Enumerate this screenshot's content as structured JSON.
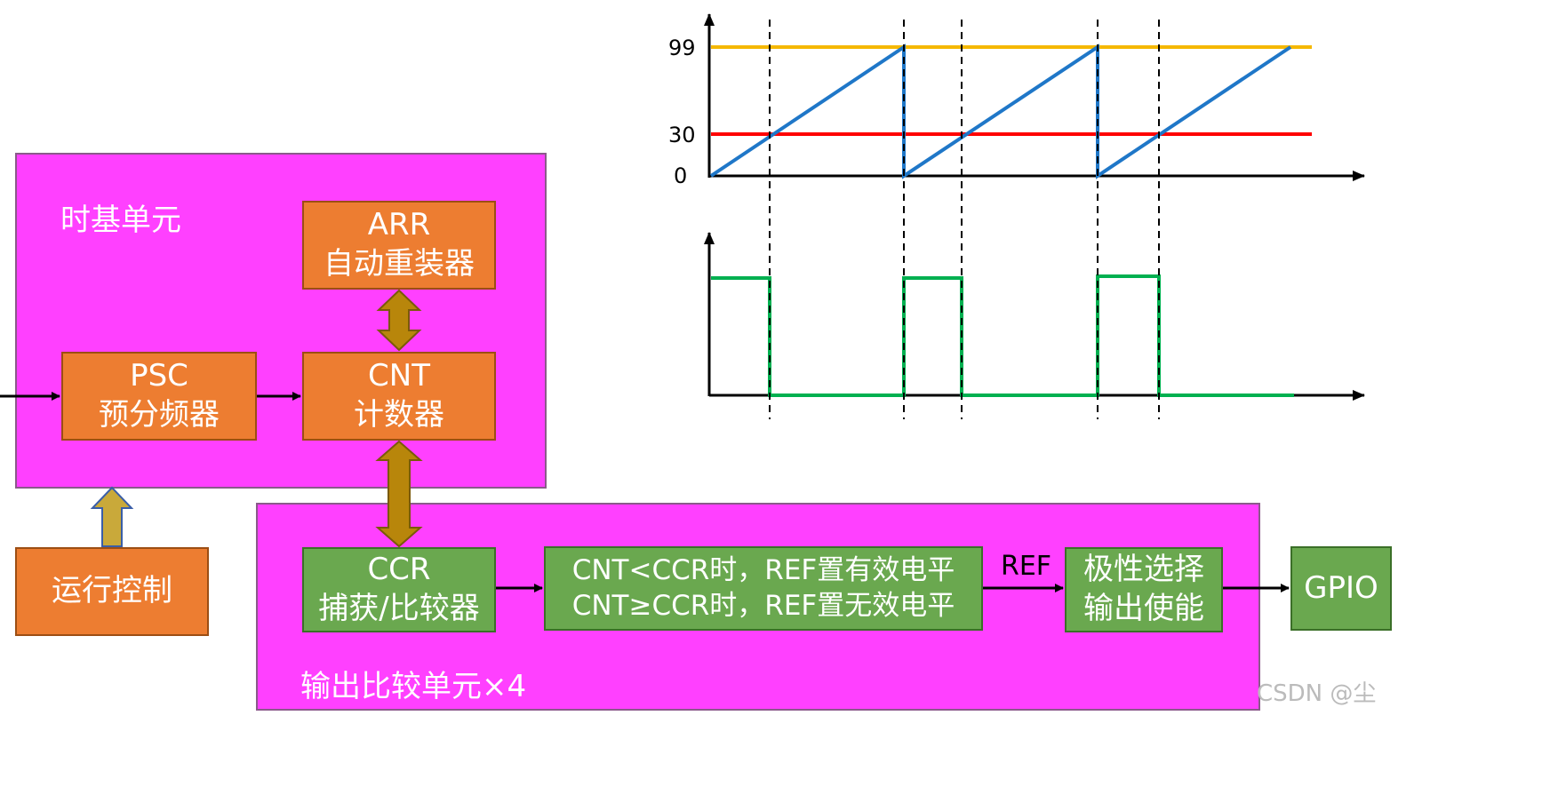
{
  "time_base": {
    "title": "时基单元",
    "arr": {
      "line1": "ARR",
      "line2": "自动重装器"
    },
    "psc": {
      "line1": "PSC",
      "line2": "预分频器"
    },
    "cnt": {
      "line1": "CNT",
      "line2": "计数器"
    }
  },
  "run_control": {
    "label": "运行控制"
  },
  "output_compare": {
    "title": "输出比较单元×4",
    "ccr": {
      "line1": "CCR",
      "line2": "捕获/比较器"
    },
    "compare_rule": {
      "line1": "CNT<CCR时，REF置有效电平",
      "line2": "CNT≥CCR时，REF置无效电平"
    },
    "ref_label": "REF",
    "polarity": {
      "line1": "极性选择",
      "line2": "输出使能"
    }
  },
  "gpio": {
    "label": "GPIO"
  },
  "waveform": {
    "y_ticks": [
      "99",
      "30",
      "0"
    ],
    "arr_value": 99,
    "ccr_value": 30,
    "colors": {
      "counter": "#1f77c8",
      "arr": "#f5b800",
      "ccr": "#ff0000",
      "ref": "#00b050",
      "panel": "#ff40ff",
      "box_orange": "#ed7d31",
      "box_green": "#6aa84f",
      "arrow_gold": "#b8860b"
    }
  },
  "watermark": "CSDN @尘"
}
